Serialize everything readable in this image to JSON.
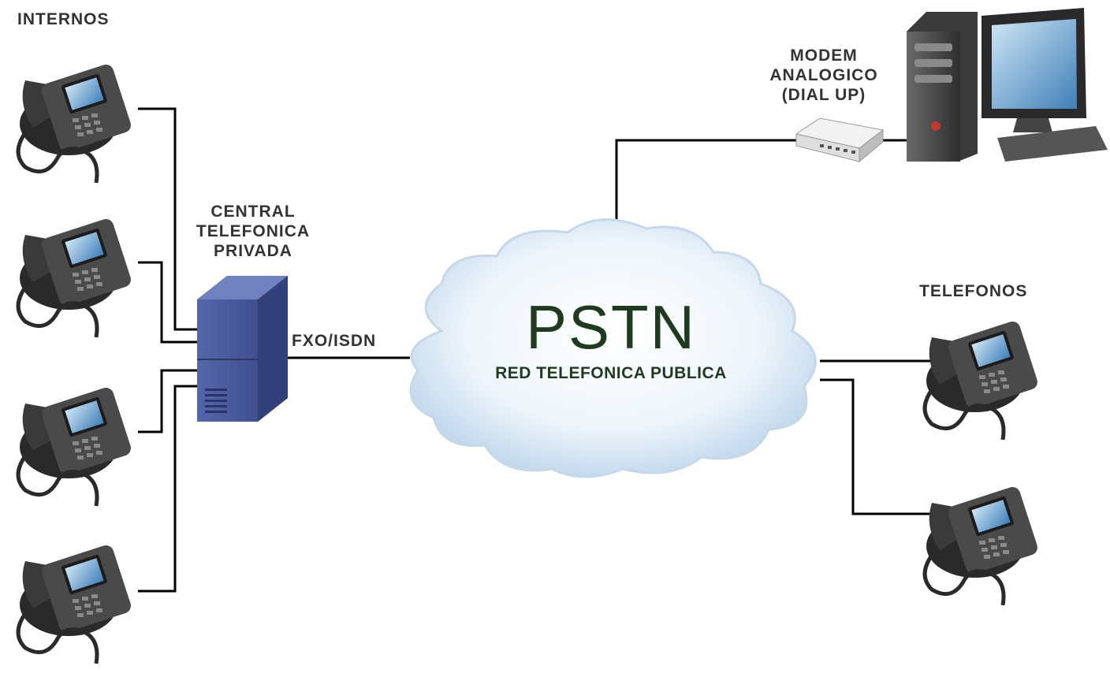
{
  "labels": {
    "internos": "INTERNOS",
    "central": [
      "CENTRAL",
      "TELEFONICA",
      "PRIVADA"
    ],
    "fxo": "FXO/ISDN",
    "modem": [
      "MODEM",
      "ANALOGICO",
      "(DIAL UP)"
    ],
    "telefonos": "TELEFONOS"
  },
  "cloud": {
    "title": "PSTN",
    "subtitle": "RED TELEFONICA PUBLICA"
  },
  "colors": {
    "cloud_text": "#1f3a1f",
    "server": "#4a5a9a",
    "line": "#000000"
  }
}
